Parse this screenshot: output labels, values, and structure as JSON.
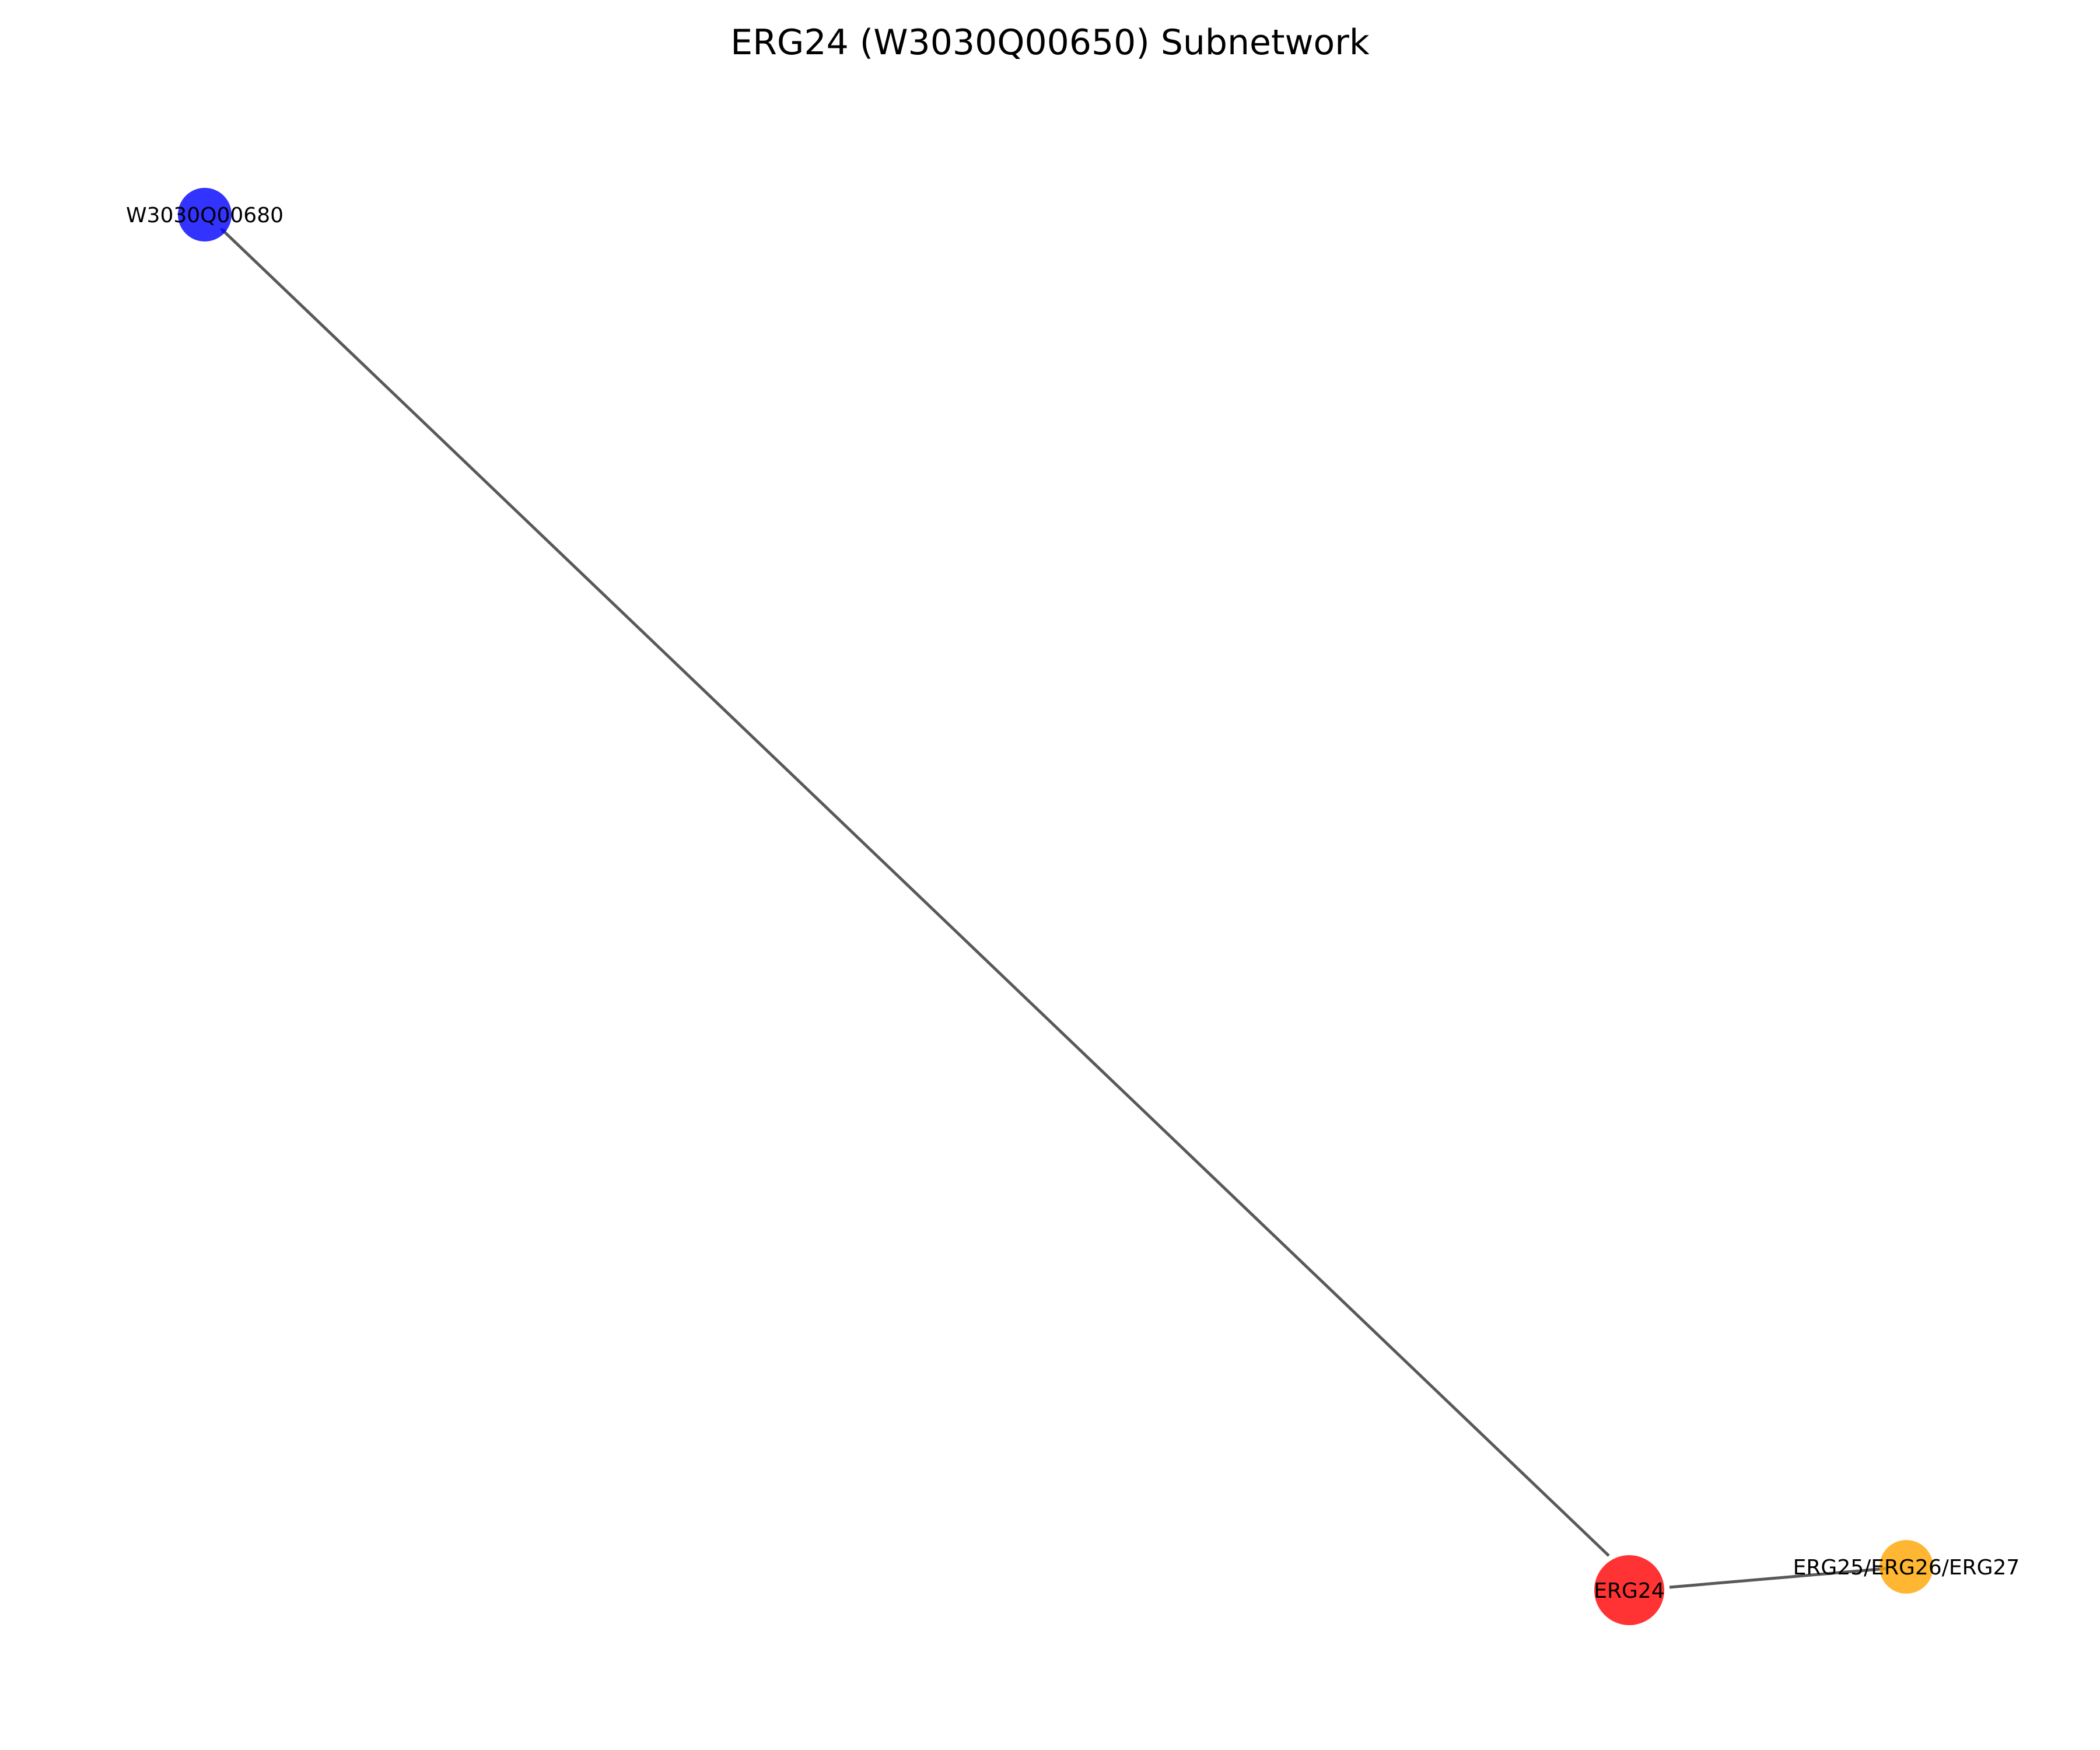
{
  "diagram": {
    "title": "ERG24 (W3030Q00650) Subnetwork",
    "nodes": [
      {
        "id": "erg24",
        "label": "ERG24",
        "color": "#ff0000",
        "opacity": 0.8
      },
      {
        "id": "w3030q00680",
        "label": "W3030Q00680",
        "color": "#0000ff",
        "opacity": 0.8
      },
      {
        "id": "erg25",
        "label": "ERG25/ERG26/ERG27",
        "color": "#ffa500",
        "opacity": 0.8
      }
    ],
    "edges": [
      {
        "from": "erg24",
        "to": "w3030q00680",
        "directed": true
      },
      {
        "from": "erg24",
        "to": "erg25",
        "directed": true
      }
    ],
    "edge_color": "#595959"
  }
}
